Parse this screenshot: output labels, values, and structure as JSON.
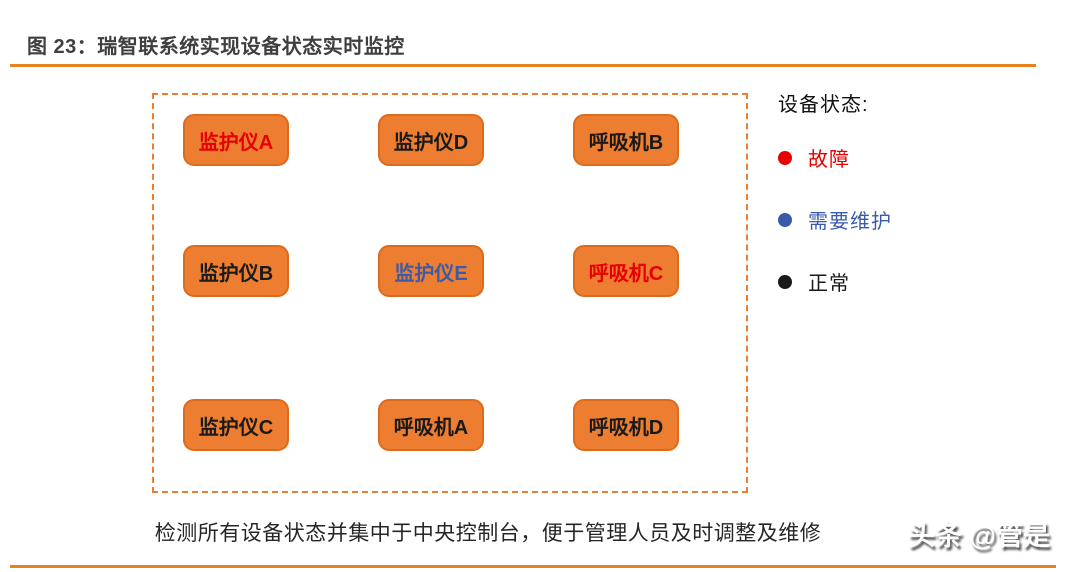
{
  "figure": {
    "title": "图 23：瑞智联系统实现设备状态实时监控",
    "caption": "检测所有设备状态并集中于中央控制台，便于管理人员及时调整及维修",
    "watermark": "头条 @管是"
  },
  "colors": {
    "accent_orange": "#E8821E",
    "box_fill": "#ED7D31",
    "box_border": "#DE6B1C",
    "status_fault": "#E60000",
    "status_maintenance": "#3A5BA9",
    "status_normal": "#1A1A1A",
    "title_text": "#3F3F3F"
  },
  "devices": {
    "rows": [
      [
        {
          "label": "监护仪A",
          "status": "fault"
        },
        {
          "label": "监护仪D",
          "status": "normal"
        },
        {
          "label": "呼吸机B",
          "status": "normal"
        }
      ],
      [
        {
          "label": "监护仪B",
          "status": "normal"
        },
        {
          "label": "监护仪E",
          "status": "maintenance"
        },
        {
          "label": "呼吸机C",
          "status": "fault"
        }
      ],
      [
        {
          "label": "监护仪C",
          "status": "normal"
        },
        {
          "label": "呼吸机A",
          "status": "normal"
        },
        {
          "label": "呼吸机D",
          "status": "normal"
        }
      ]
    ]
  },
  "legend": {
    "title": "设备状态:",
    "items": [
      {
        "label": "故障",
        "status": "fault"
      },
      {
        "label": "需要维护",
        "status": "maintenance"
      },
      {
        "label": "正常",
        "status": "normal"
      }
    ]
  }
}
